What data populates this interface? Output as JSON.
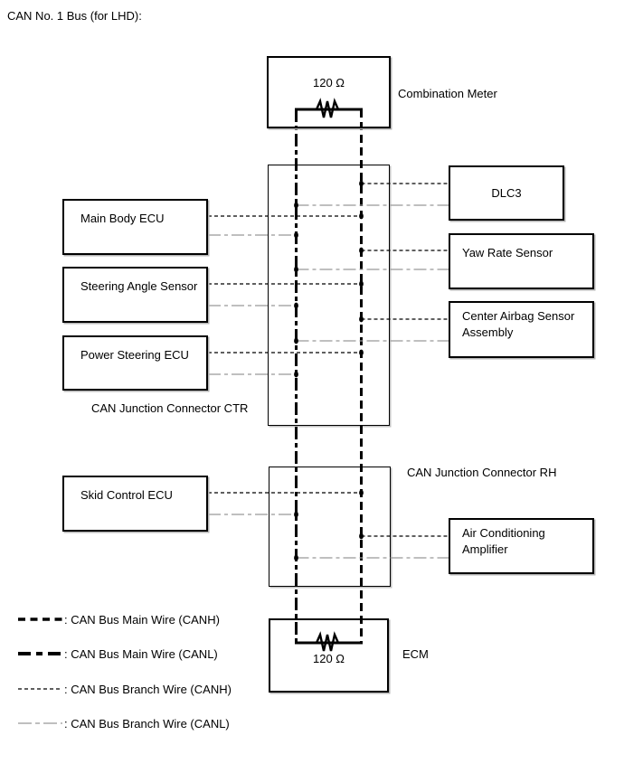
{
  "title": "CAN No. 1 Bus (for LHD):",
  "terminators": {
    "top": {
      "resistance": "120 Ω",
      "label": "Combination Meter"
    },
    "bottom": {
      "resistance": "120 Ω",
      "label": "ECM"
    }
  },
  "junctions": {
    "ctr": {
      "label": "CAN Junction Connector CTR"
    },
    "rh": {
      "label": "CAN Junction Connector RH"
    }
  },
  "left_nodes": [
    {
      "label": "Main Body ECU"
    },
    {
      "label": "Steering Angle Sensor"
    },
    {
      "label": "Power Steering ECU"
    },
    {
      "label": "Skid Control ECU"
    }
  ],
  "right_nodes": [
    {
      "label": "DLC3"
    },
    {
      "label": "Yaw Rate Sensor"
    },
    {
      "label": "Center Airbag Sensor\nAssembly"
    },
    {
      "label": "Air Conditioning\nAmplifier"
    }
  ],
  "legend": [
    {
      "label": ": CAN Bus Main Wire (CANH)",
      "style": "main-canh"
    },
    {
      "label": ": CAN Bus Main Wire (CANL)",
      "style": "main-canl"
    },
    {
      "label": ": CAN Bus Branch Wire (CANH)",
      "style": "branch-canh"
    },
    {
      "label": ": CAN Bus Branch Wire (CANL)",
      "style": "branch-canl"
    }
  ],
  "colors": {
    "wire": "#000000",
    "branch_canl": "#999999",
    "background": "#ffffff"
  }
}
